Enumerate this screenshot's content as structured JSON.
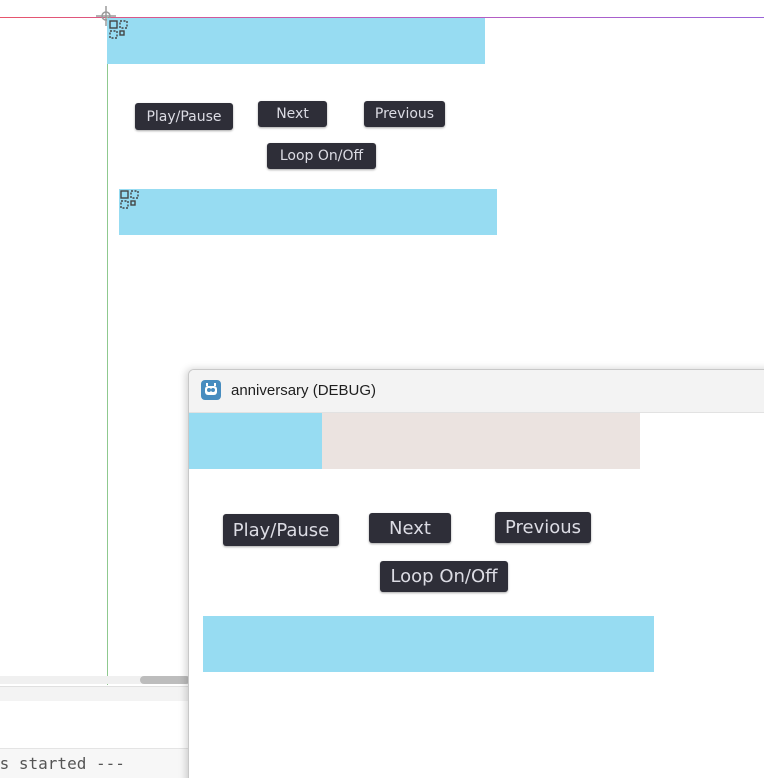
{
  "editor": {
    "buttons": {
      "play_pause": "Play/Pause",
      "next": "Next",
      "previous": "Previous",
      "loop": "Loop On/Off"
    },
    "output": {
      "line1": "ss started ---",
      "line2": ""
    }
  },
  "game_window": {
    "title": "anniversary (DEBUG)",
    "progress": 0.295,
    "buttons": {
      "play_pause": "Play/Pause",
      "next": "Next",
      "previous": "Previous",
      "loop": "Loop On/Off"
    }
  },
  "icons": {
    "origin": "origin-gizmo-icon",
    "texture_rect": "texture-rect-icon",
    "app": "godot-icon"
  },
  "colors": {
    "panel": "#97dcf2",
    "button_bg": "#2e2e38",
    "progress_track": "#ebe3e0"
  }
}
